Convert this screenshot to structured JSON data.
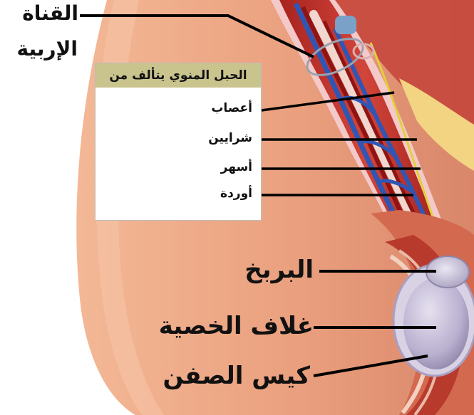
{
  "labels": {
    "canal_line1": "القناة",
    "canal_line2": "الإربية",
    "epididymis": "البربخ",
    "testis_sheath": "غلاف الخصية",
    "scrotum": "كيس الصفن"
  },
  "box": {
    "title": "الحبل المنوي يتألف من",
    "items": [
      "أعصاب",
      "شرايين",
      "أسهر",
      "أوردة"
    ]
  },
  "colors": {
    "skin": "#e9a27f",
    "muscle": "#c8372f",
    "vein": "#2f56b5",
    "artery": "#b22222",
    "nerve": "#e3cf3a",
    "testis": "#c9c3d9",
    "box_header": "#c9c38e"
  }
}
